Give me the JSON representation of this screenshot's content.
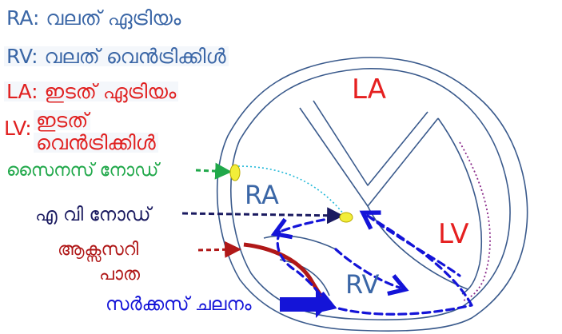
{
  "legend": [
    {
      "abbr": "RA:",
      "text": "വലത് ഏട്രിയം",
      "color": "#3a66a6"
    },
    {
      "abbr": "RV:",
      "text": "വലത് വെൻട്രിക്കിൾ",
      "color": "#3a66a6"
    },
    {
      "abbr": "LA:",
      "text": "ഇടത് ഏട്രിയം",
      "color": "#e02020"
    },
    {
      "abbr": "LV:",
      "text_line1": "ഇടത്",
      "text_line2": "വെൻട്രിക്കിൾ",
      "color": "#e02020"
    }
  ],
  "chambers": {
    "la": "LA",
    "lv": "LV",
    "ra": "RA",
    "rv": "RV"
  },
  "labels": {
    "sinus_node": "സൈനസ് നോഡ്",
    "av_node": "എ വി നോഡ്",
    "accessory_line1": "ആക്സസറി",
    "accessory_line2": "പാത",
    "circus": "സർക്കസ് ചലനം"
  },
  "colors": {
    "outline": "#3a5a8c",
    "node": "#f2ee3a",
    "sinus": "#20a84a",
    "av": "#1a1a60",
    "accessory": "#b01818",
    "circus": "#1414d8",
    "purkinje": "#8a2a8a",
    "internodal": "#20b8d8"
  }
}
